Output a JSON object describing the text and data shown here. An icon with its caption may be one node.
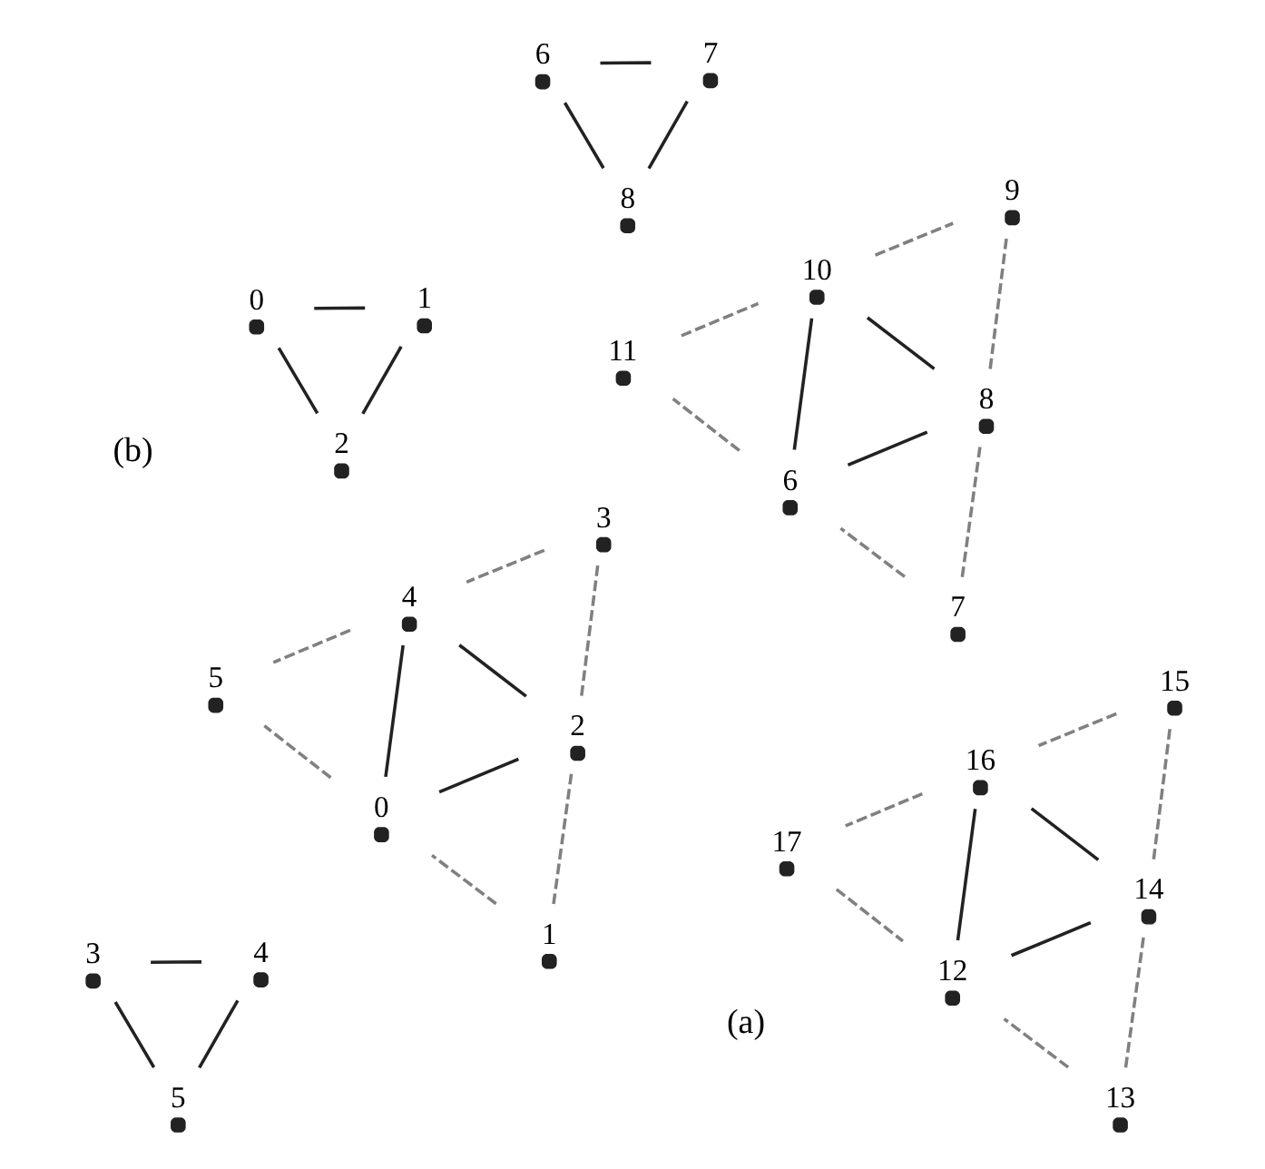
{
  "diagram": {
    "nodes": [
      {
        "text": [
          "0"
        ]
      },
      {
        "text": [
          "1"
        ]
      },
      {
        "text": [
          "2"
        ]
      },
      {
        "text": [
          "3"
        ]
      },
      {
        "text": [
          "4"
        ]
      },
      {
        "text": [
          "5"
        ]
      },
      {
        "text": [
          "6"
        ]
      },
      {
        "text": [
          "7"
        ]
      },
      {
        "text": [
          "8"
        ]
      },
      {
        "text": [
          "0"
        ]
      },
      {
        "text": [
          "1"
        ]
      },
      {
        "text": [
          "2"
        ]
      },
      {
        "text": [
          "3"
        ]
      },
      {
        "text": [
          "4"
        ]
      },
      {
        "text": [
          "5"
        ]
      },
      {
        "text": [
          "6"
        ]
      },
      {
        "text": [
          "7"
        ]
      },
      {
        "text": [
          "8"
        ]
      },
      {
        "text": [
          "9"
        ]
      },
      {
        "text": [
          "10"
        ]
      },
      {
        "text": [
          "11"
        ]
      },
      {
        "text": [
          "12"
        ]
      },
      {
        "text": [
          "13"
        ]
      },
      {
        "text": [
          "14"
        ]
      },
      {
        "text": [
          "15"
        ]
      },
      {
        "text": [
          "16"
        ]
      },
      {
        "text": [
          "17"
        ]
      }
    ],
    "edges": [
      {
        "from": 0,
        "to": 1,
        "arrow": "none"
      },
      {
        "from": 1,
        "to": 2,
        "arrow": "none"
      },
      {
        "from": 0,
        "to": 2,
        "arrow": "none"
      },
      {
        "from": 3,
        "to": 5,
        "arrow": "none"
      },
      {
        "from": 3,
        "to": 4,
        "arrow": "none"
      },
      {
        "from": 4,
        "to": 5,
        "arrow": "none"
      },
      {
        "from": 6,
        "to": 7,
        "arrow": "none"
      },
      {
        "from": 7,
        "to": 8,
        "arrow": "none"
      },
      {
        "from": 6,
        "to": 8,
        "arrow": "none"
      },
      {
        "from": 10,
        "to": 11,
        "arrow": "none",
        "style": "dashed",
        "color": "#808080"
      },
      {
        "from": 11,
        "to": 12,
        "arrow": "none",
        "style": "dashed",
        "color": "#808080"
      },
      {
        "from": 10,
        "to": 9,
        "arrow": "none",
        "style": "dashed",
        "color": "#808080"
      },
      {
        "from": 9,
        "to": 11,
        "arrow": "none"
      },
      {
        "from": 11,
        "to": 13,
        "arrow": "none"
      },
      {
        "from": 9,
        "to": 13,
        "arrow": "none"
      },
      {
        "from": 12,
        "to": 13,
        "arrow": "none",
        "style": "dashed",
        "color": "#808080"
      },
      {
        "from": 13,
        "to": 14,
        "arrow": "none",
        "style": "dashed",
        "color": "#808080"
      },
      {
        "from": 9,
        "to": 14,
        "arrow": "none",
        "style": "dashed",
        "color": "#808080"
      },
      {
        "from": 16,
        "to": 15,
        "arrow": "none",
        "style": "dashed",
        "color": "#808080"
      },
      {
        "from": 16,
        "to": 17,
        "arrow": "none",
        "style": "dashed",
        "color": "#808080"
      },
      {
        "from": 15,
        "to": 17,
        "arrow": "none"
      },
      {
        "from": 15,
        "to": 19,
        "arrow": "none"
      },
      {
        "from": 19,
        "to": 17,
        "arrow": "none"
      },
      {
        "from": 15,
        "to": 20,
        "arrow": "none",
        "style": "dashed",
        "color": "#808080"
      },
      {
        "from": 20,
        "to": 19,
        "arrow": "none",
        "style": "dashed",
        "color": "#808080"
      },
      {
        "from": 19,
        "to": 18,
        "arrow": "none",
        "style": "dashed",
        "color": "#808080"
      },
      {
        "from": 18,
        "to": 17,
        "arrow": "none",
        "style": "dashed",
        "color": "#808080"
      },
      {
        "from": 22,
        "to": 23,
        "arrow": "none",
        "style": "dashed",
        "color": "#808080"
      },
      {
        "from": 22,
        "to": 21,
        "arrow": "none",
        "style": "dashed",
        "color": "#808080"
      },
      {
        "from": 21,
        "to": 23,
        "arrow": "none"
      },
      {
        "from": 23,
        "to": 25,
        "arrow": "none"
      },
      {
        "from": 21,
        "to": 25,
        "arrow": "none"
      },
      {
        "from": 23,
        "to": 24,
        "arrow": "none",
        "style": "dashed",
        "color": "#808080"
      },
      {
        "from": 24,
        "to": 25,
        "arrow": "none",
        "style": "dashed",
        "color": "#808080"
      },
      {
        "from": 25,
        "to": 26,
        "arrow": "none",
        "style": "dashed",
        "color": "#808080"
      },
      {
        "from": 26,
        "to": 21,
        "arrow": "none",
        "style": "dashed",
        "color": "#808080"
      }
    ],
    "labels": [
      "(a)",
      "(b)"
    ]
  }
}
